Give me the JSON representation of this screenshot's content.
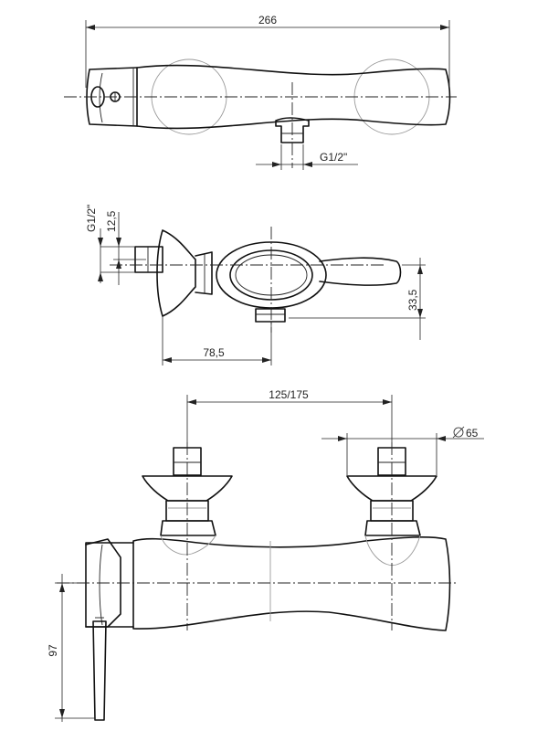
{
  "dimensions": {
    "total_length": "266",
    "inlet_thread": "G1/2\"",
    "side_thread": "G1/2\"",
    "side_offset": "12,5",
    "wall_offset": "78,5",
    "outlet_drop": "33,5",
    "inlet_spacing": "125/175",
    "rosette_diameter": "65",
    "lever_height": "97"
  },
  "colors": {
    "line": "#111111",
    "hidden": "#9a9a9a",
    "background": "#ffffff"
  }
}
